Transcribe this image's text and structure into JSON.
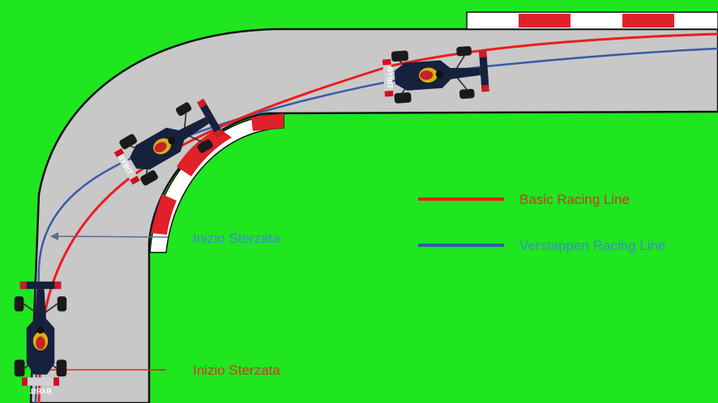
{
  "colors": {
    "background": "#1fe61f",
    "track": "#c8c8c8",
    "track_edge": "#111111",
    "kerb_red": "#e0202a",
    "kerb_white": "#ffffff",
    "basic_line": "#ee1c1c",
    "verstappen_line": "#3a5aa8",
    "basic_text": "#d8322c",
    "verstappen_text": "#3d8ad6"
  },
  "legend": {
    "basic": "Basic Racing Line",
    "verstappen": "Verstappen Racing Line"
  },
  "annotations": {
    "verstappen_steer": "Inizio Sterzata",
    "basic_steer": "Inizio Sterzata"
  },
  "car": {
    "livery_text": "BYBIT"
  }
}
